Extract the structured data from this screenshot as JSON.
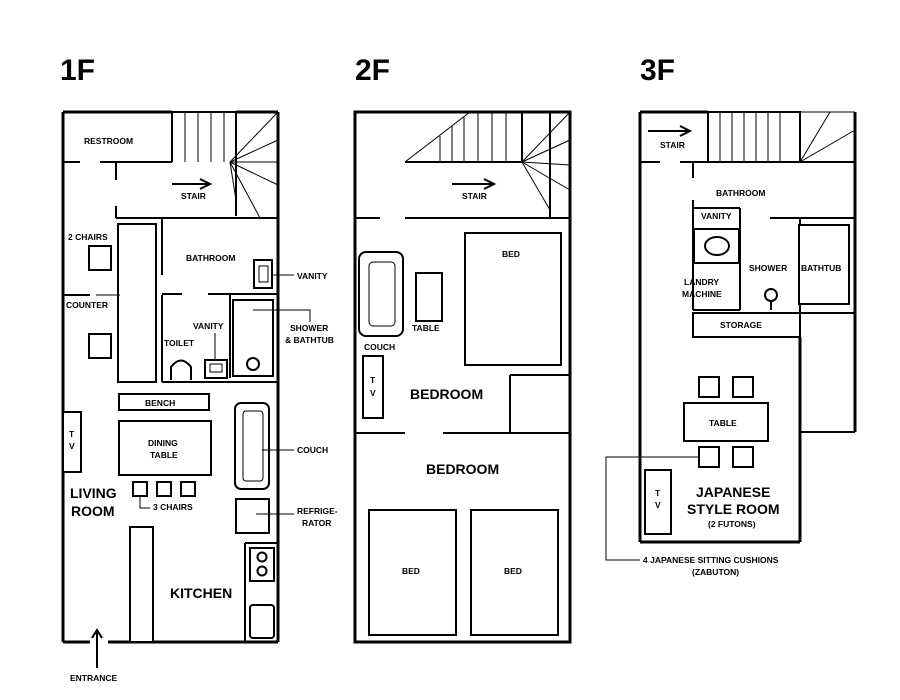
{
  "floors": {
    "f1": {
      "title": "1F",
      "restroom": "RESTROOM",
      "stair": "STAIR",
      "two_chairs": "2 CHAIRS",
      "counter": "COUNTER",
      "bathroom": "BATHROOM",
      "vanity_right": "VANITY",
      "vanity": "VANITY",
      "toilet": "TOILET",
      "shower_line1": "SHOWER",
      "shower_line2": "& BATHTUB",
      "tv": [
        "T",
        "V"
      ],
      "bench": "BENCH",
      "dining_line1": "DINING",
      "dining_line2": "TABLE",
      "couch": "COUCH",
      "living_line1": "LIVING",
      "living_line2": "ROOM",
      "three_chairs": "3 CHAIRS",
      "fridge_line1": "REFRIGE-",
      "fridge_line2": "RATOR",
      "kitchen": "KITCHEN",
      "entrance": "ENTRANCE"
    },
    "f2": {
      "title": "2F",
      "stair": "STAIR",
      "bed_top": "BED",
      "table": "TABLE",
      "couch": "COUCH",
      "tv": [
        "T",
        "V"
      ],
      "bedroom_upper": "BEDROOM",
      "bedroom_lower": "BEDROOM",
      "bed_left": "BED",
      "bed_right": "BED"
    },
    "f3": {
      "title": "3F",
      "stair": "STAIR",
      "bathroom": "BATHROOM",
      "vanity": "VANITY",
      "laundry_line1": "LANDRY",
      "laundry_line2": "MACHINE",
      "shower": "SHOWER",
      "bathtub": "BATHTUB",
      "storage": "STORAGE",
      "table": "TABLE",
      "tv": [
        "T",
        "V"
      ],
      "japanese_line1": "JAPANESE",
      "japanese_line2": "STYLE ROOM",
      "futons": "(2 FUTONS)",
      "cushions_line1": "4 JAPANESE SITTING CUSHIONS",
      "cushions_line2": "(ZABUTON)"
    }
  }
}
